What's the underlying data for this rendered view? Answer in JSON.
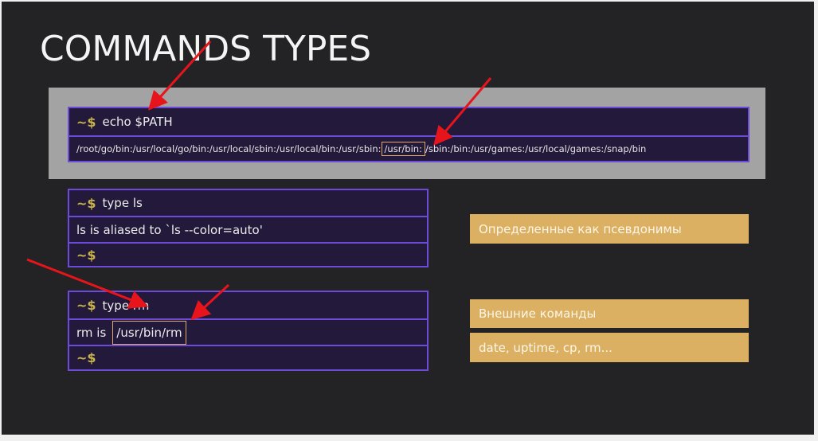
{
  "slide": {
    "title": "COMMANDS TYPES"
  },
  "prompt_symbol": "~$",
  "echo_block": {
    "command": "echo  $PATH",
    "output_before": "/root/go/bin:/usr/local/go/bin:/usr/local/sbin:/usr/local/bin:/usr/sbin:",
    "output_highlight": "/usr/bin:",
    "output_after": "/sbin:/bin:/usr/games:/usr/local/games:/snap/bin"
  },
  "type_ls_block": {
    "command": "type  ls",
    "output": "ls is aliased to `ls  --color=auto'"
  },
  "type_rm_block": {
    "command": "type  rm",
    "output_prefix": "rm  is",
    "output_highlight": "/usr/bin/rm"
  },
  "notes": {
    "alias_note": "Определенные как псевдонимы",
    "external_note": "Внешние команды",
    "examples_note": "date, uptime, cp, rm..."
  },
  "colors": {
    "background": "#232325",
    "terminal": "#23193a",
    "terminal_border": "#6b4bd8",
    "prompt": "#c9b44a",
    "note": "#dcb062",
    "arrow": "#e8141b"
  }
}
